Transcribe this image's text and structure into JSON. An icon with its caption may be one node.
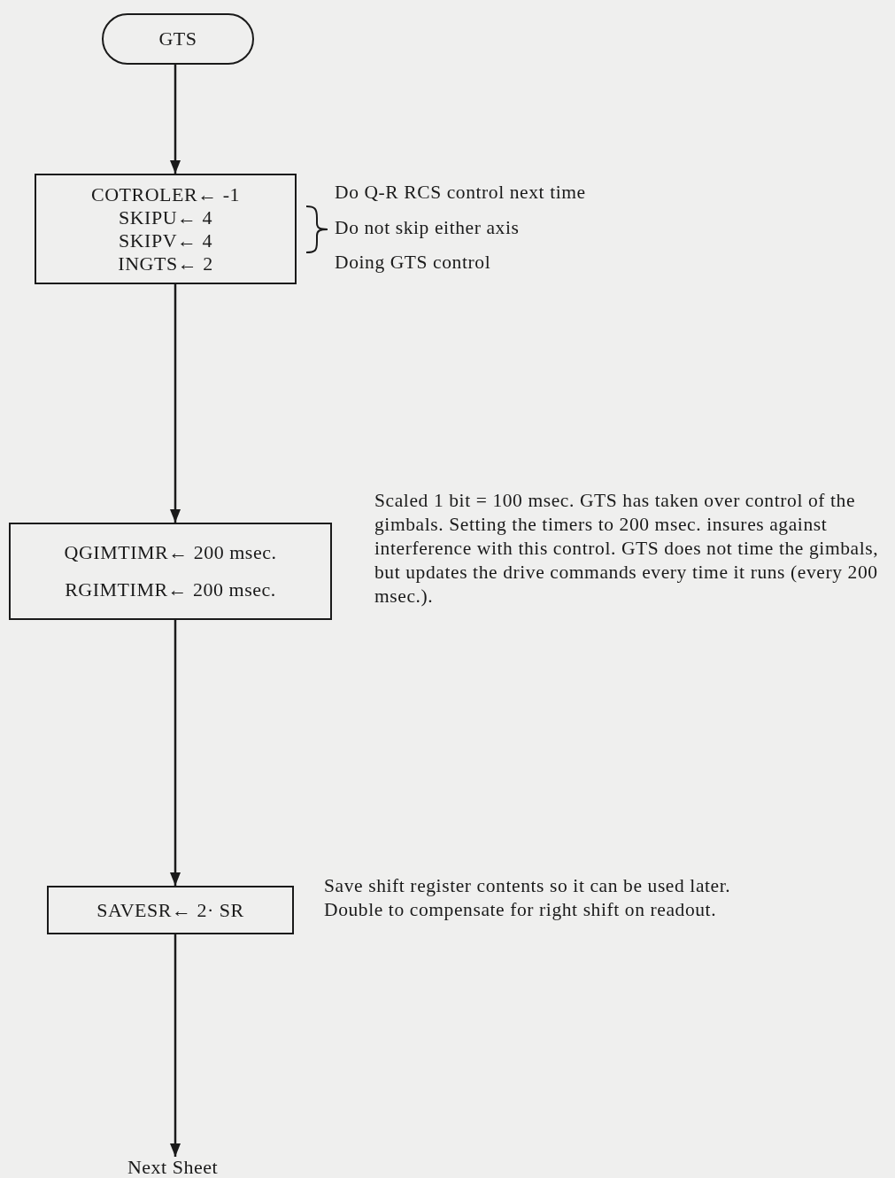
{
  "diagram": {
    "nodes": [
      {
        "text": [
          "GTS"
        ]
      },
      {
        "text": [
          "COTROLER← -1",
          "SKIPU← 4",
          "SKIPV← 4",
          "INGTS← 2"
        ],
        "beside": [
          "Do Q-R RCS control next time",
          "Do not skip either axis",
          "Doing GTS control"
        ]
      },
      {
        "text": [
          "QGIMTIMR← 200 msec.",
          "RGIMTIMR← 200 msec."
        ],
        "beside": [
          "Scaled 1 bit = 100 msec.  GTS has taken over control of the gimbals.  Setting the timers to 200 msec. insures against interference with this control.  GTS does not time the gimbals, but updates the drive commands every time it runs (every 200 msec.)."
        ]
      },
      {
        "text": [
          "SAVESR← 2· SR"
        ],
        "beside": [
          "Save shift register contents so it can be used later.  Double to compensate for right shift on readout."
        ]
      },
      {
        "text": [
          "Next Sheet"
        ]
      }
    ],
    "edges": [
      {
        "from": 0,
        "to": 1,
        "arrow": "to"
      },
      {
        "from": 1,
        "to": 2,
        "arrow": "to"
      },
      {
        "from": 2,
        "to": 3,
        "arrow": "to"
      },
      {
        "from": 3,
        "to": 4,
        "arrow": "to"
      }
    ]
  }
}
